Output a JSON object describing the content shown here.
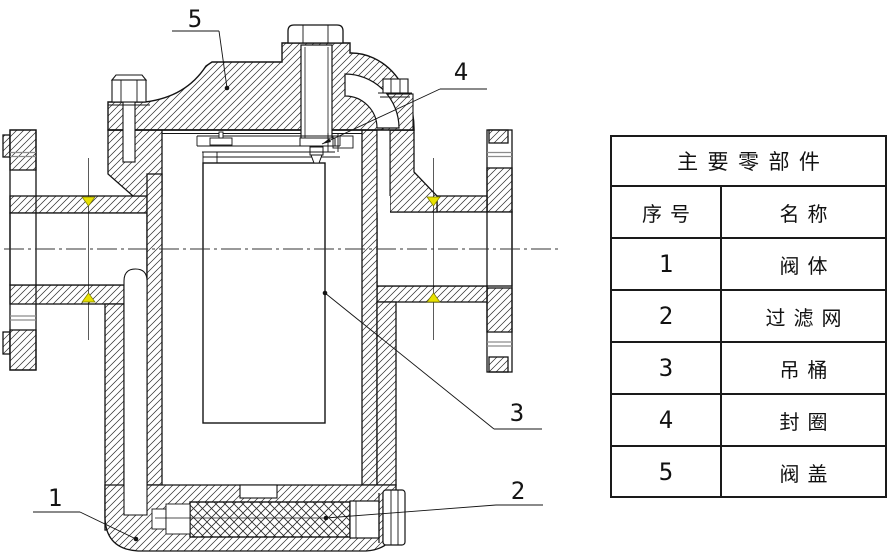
{
  "drawing": {
    "callouts": [
      {
        "label": "1"
      },
      {
        "label": "2"
      },
      {
        "label": "3"
      },
      {
        "label": "4"
      },
      {
        "label": "5"
      }
    ],
    "colors": {
      "line": "#141414",
      "weld_mark": "#e8e100",
      "bolt_hole_line": "#8c8c8c",
      "background": "#ffffff"
    }
  },
  "parts_table": {
    "title": "主要零部件",
    "columns": [
      "序号",
      "名称"
    ],
    "rows": [
      {
        "no": "1",
        "name": "阀体"
      },
      {
        "no": "2",
        "name": "过滤网"
      },
      {
        "no": "3",
        "name": "吊桶"
      },
      {
        "no": "4",
        "name": "封圈"
      },
      {
        "no": "5",
        "name": "阀盖"
      }
    ]
  }
}
